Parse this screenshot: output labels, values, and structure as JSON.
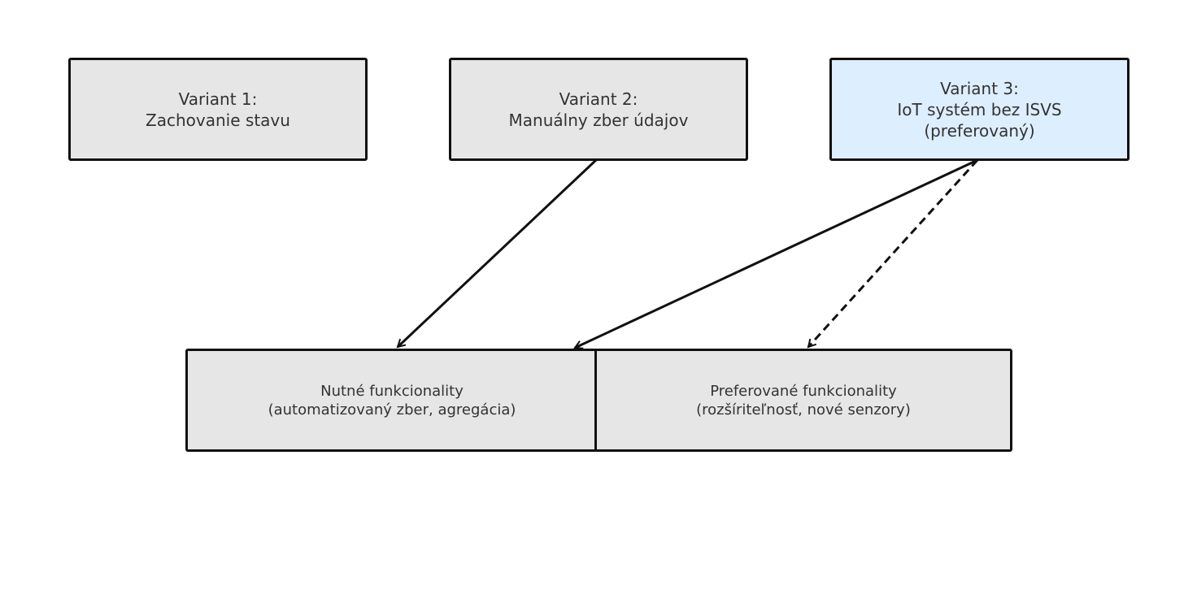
{
  "variants": [
    {
      "lines": [
        "Variant 1:",
        "Zachovanie stavu"
      ]
    },
    {
      "lines": [
        "Variant 2:",
        "Manuálny zber údajov"
      ]
    },
    {
      "lines": [
        "Variant 3:",
        "IoT systém bez ISVS",
        "(preferovaný)"
      ]
    }
  ],
  "functionalities": {
    "required": {
      "lines": [
        "Nutné funkcionality",
        "(automatizovaný zber, agregácia)"
      ]
    },
    "preferred": {
      "lines": [
        "Preferované funkcionality",
        "(rozšíriteľnosť, nové senzory)"
      ]
    }
  },
  "colors": {
    "box_fill": "#e6e6e6",
    "preferred_fill": "#ddeeff",
    "stroke": "#111111",
    "text": "#333333"
  },
  "connections": [
    {
      "from": "variant-2",
      "to": "required-functionalities",
      "style": "solid"
    },
    {
      "from": "variant-3",
      "to": "required-functionalities",
      "style": "solid"
    },
    {
      "from": "variant-3",
      "to": "preferred-functionalities",
      "style": "dashed"
    }
  ]
}
